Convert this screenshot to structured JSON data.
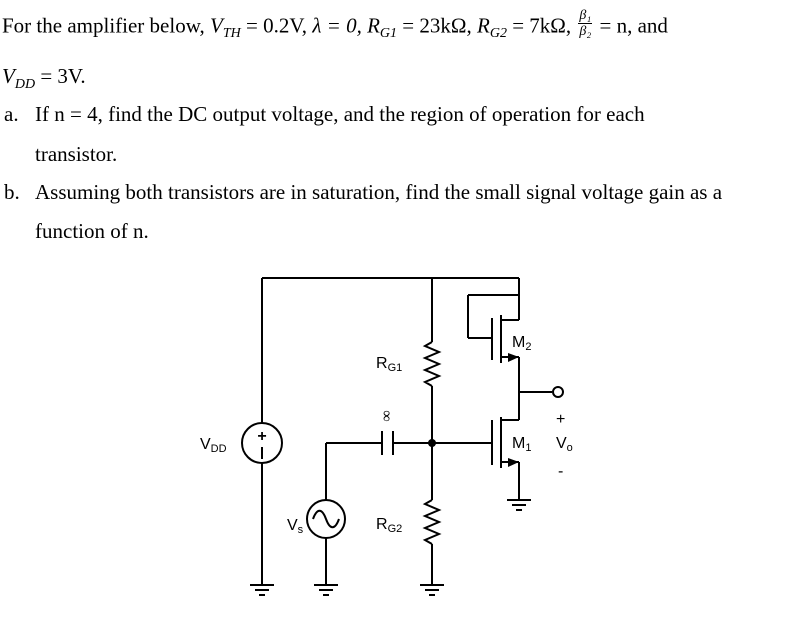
{
  "problem": {
    "intro": "For the amplifier below, ",
    "vth_sym": "V",
    "vth_sub": "TH",
    "vth_val": " = 0.2V, ",
    "lambda": "λ = 0, ",
    "rg1_sym": "R",
    "rg1_sub": "G1",
    "rg1_val": " = 23kΩ, ",
    "rg2_sym": "R",
    "rg2_sub": "G2",
    "rg2_val": " = 7kΩ, ",
    "frac_num": "β₁",
    "frac_den": "β₂",
    "ratio": " = n, and",
    "vdd_sym": "V",
    "vdd_sub": "DD",
    "vdd_val": " = 3V."
  },
  "part_a": {
    "marker": "a.",
    "line1": "If n = 4, find the DC output voltage, and the region of operation for each",
    "line2": "transistor."
  },
  "part_b": {
    "marker": "b.",
    "line1": "Assuming both transistors are in saturation, find the small signal voltage gain as a",
    "line2": "function of n."
  },
  "circuit": {
    "vdd_label": "V",
    "vdd_label_sub": "DD",
    "vs_label": "V",
    "vs_label_sub": "s",
    "rg1_label": "R",
    "rg1_label_sub": "G1",
    "rg2_label": "R",
    "rg2_label_sub": "G2",
    "cap_label": "∞",
    "m2_label": "M",
    "m2_label_sub": "2",
    "m1_label": "M",
    "m1_label_sub": "1",
    "vo_label": "V",
    "vo_label_sub": "o",
    "plus": "+",
    "minus": "-"
  }
}
